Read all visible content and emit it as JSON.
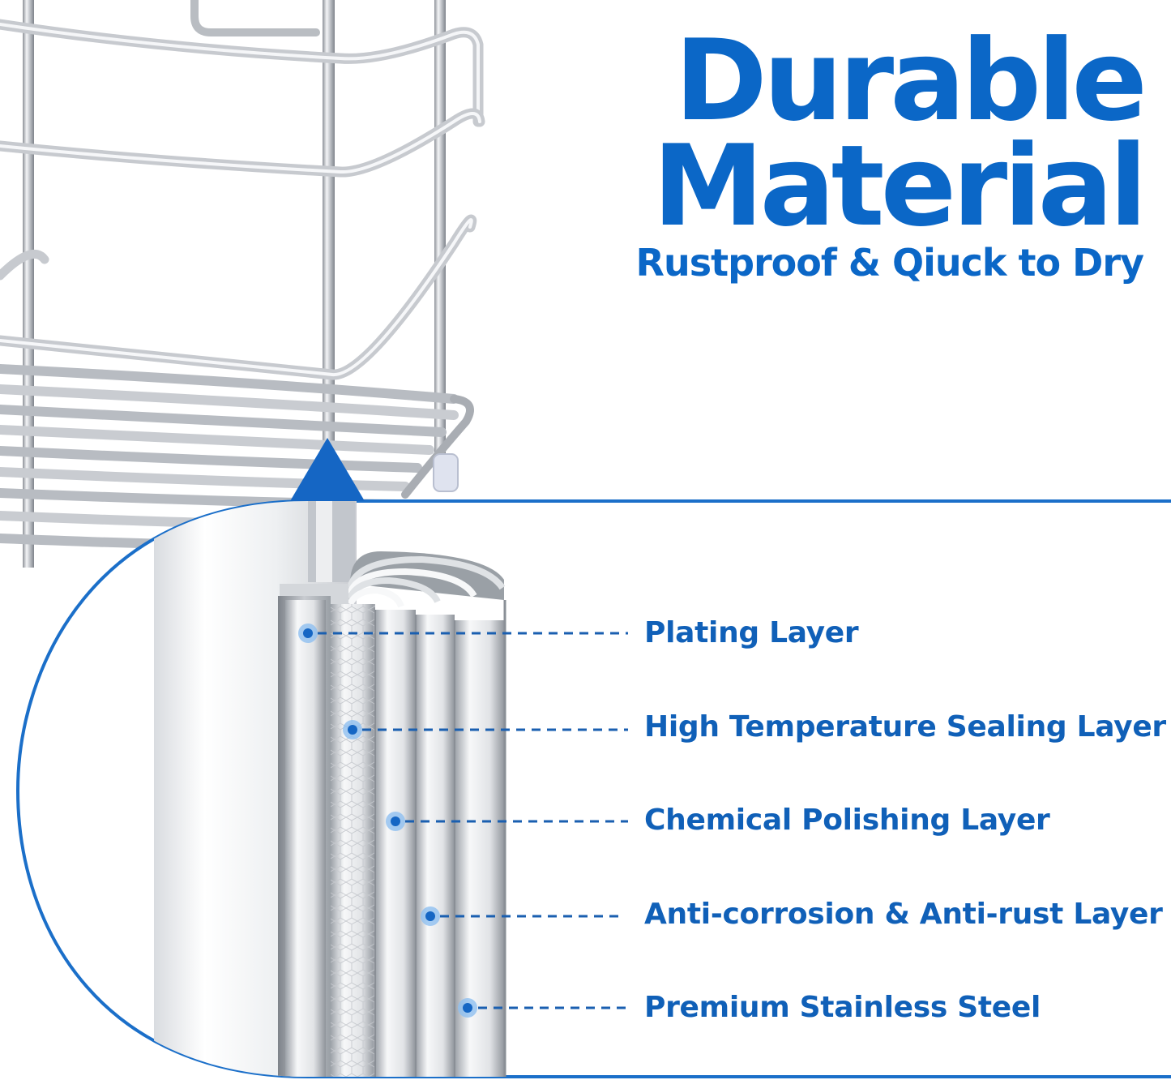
{
  "headline": {
    "line1": "Durable",
    "line2": "Material",
    "subtitle": "Rustproof & Qiuck to Dry"
  },
  "layers": [
    {
      "label": "Plating Layer"
    },
    {
      "label": "High Temperature Sealing Layer"
    },
    {
      "label": "Chemical Polishing Layer"
    },
    {
      "label": "Anti-corrosion & Anti-rust Layer"
    },
    {
      "label": "Premium Stainless Steel"
    }
  ],
  "colors": {
    "brand_blue": "#0b67c7",
    "label_blue": "#1060b8",
    "outline_blue": "#1b6fc9",
    "steel_light": "#f2f3f5",
    "steel_dark": "#8f949b"
  },
  "icons": {
    "pointer": "triangle-pointer-icon",
    "marker": "dot-marker-icon"
  }
}
